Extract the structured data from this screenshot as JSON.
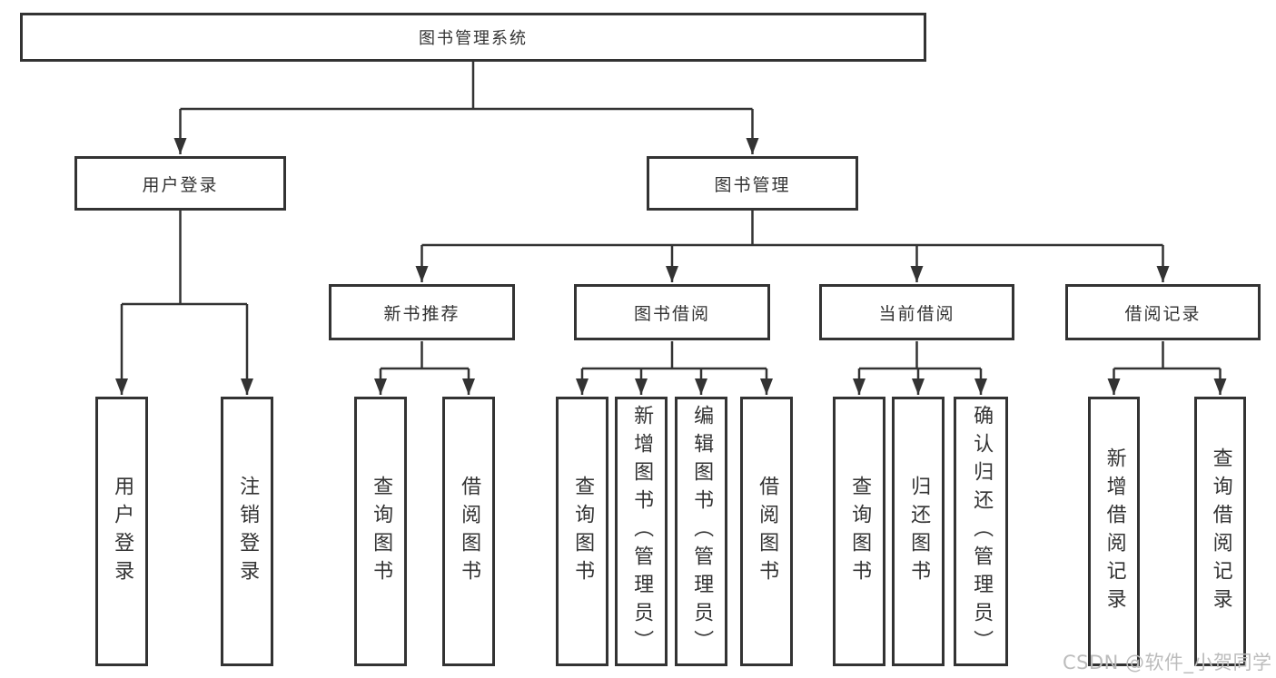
{
  "diagram": {
    "root": {
      "label": "图书管理系统"
    },
    "branches": [
      {
        "label": "用户登录",
        "leaves": [
          "用户登录",
          "注销登录"
        ]
      },
      {
        "label": "图书管理",
        "groups": [
          {
            "label": "新书推荐",
            "leaves": [
              "查询图书",
              "借阅图书"
            ]
          },
          {
            "label": "图书借阅",
            "leaves": [
              "查询图书",
              "新增图书（管理员）",
              "编辑图书（管理员）",
              "借阅图书"
            ]
          },
          {
            "label": "当前借阅",
            "leaves": [
              "查询图书",
              "归还图书",
              "确认归还（管理员）"
            ]
          },
          {
            "label": "借阅记录",
            "leaves": [
              "新增借阅记录",
              "查询借阅记录"
            ]
          }
        ]
      }
    ]
  },
  "watermark": {
    "text": "CSDN @软件_小贺同学"
  },
  "colors": {
    "line": "#333333",
    "box_border": "#333333",
    "text": "#333333",
    "watermark": "#bcbcbc",
    "background": "#ffffff"
  }
}
